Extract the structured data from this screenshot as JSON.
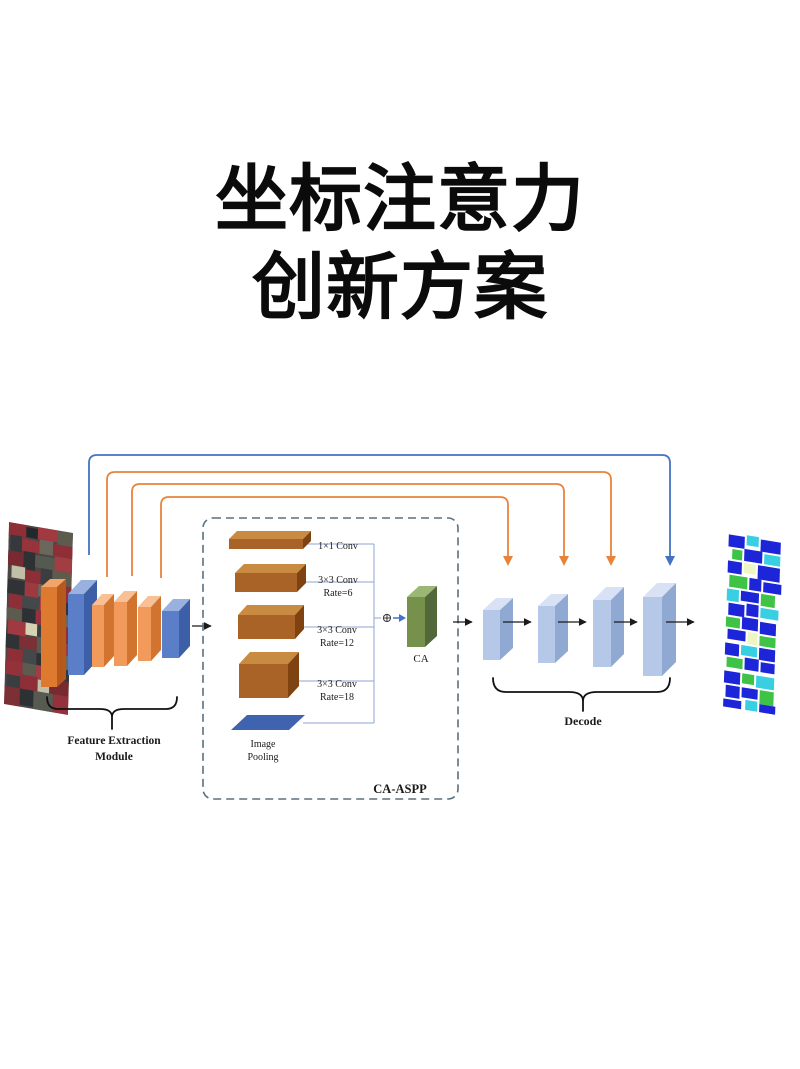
{
  "title": {
    "line1": "坐标注意力",
    "line2": "创新方案"
  },
  "diagram": {
    "feature_extraction": {
      "l1": "Feature Extraction",
      "l2": "Module"
    },
    "aspp": {
      "title": "CA-ASPP",
      "branch1": {
        "l1": "1×1 Conv"
      },
      "branch2": {
        "l1": "3×3 Conv",
        "l2": "Rate=6"
      },
      "branch3": {
        "l1": "3×3 Conv",
        "l2": "Rate=12"
      },
      "branch4": {
        "l1": "3×3 Conv",
        "l2": "Rate=18"
      },
      "branch5": {
        "l1": "Image",
        "l2": "Pooling"
      },
      "sum": "⊕",
      "ca": "CA"
    },
    "decoder": {
      "label": "Decode"
    },
    "colors": {
      "skip_orange": "#E8833A",
      "skip_blue": "#4472C4",
      "conv_brown": "#AA6326",
      "attention_green": "#75914C",
      "decoder_blue": "#B6C8E8",
      "encoder_orange": "#F29A5C",
      "encoder_blue": "#5B7EC9"
    }
  }
}
